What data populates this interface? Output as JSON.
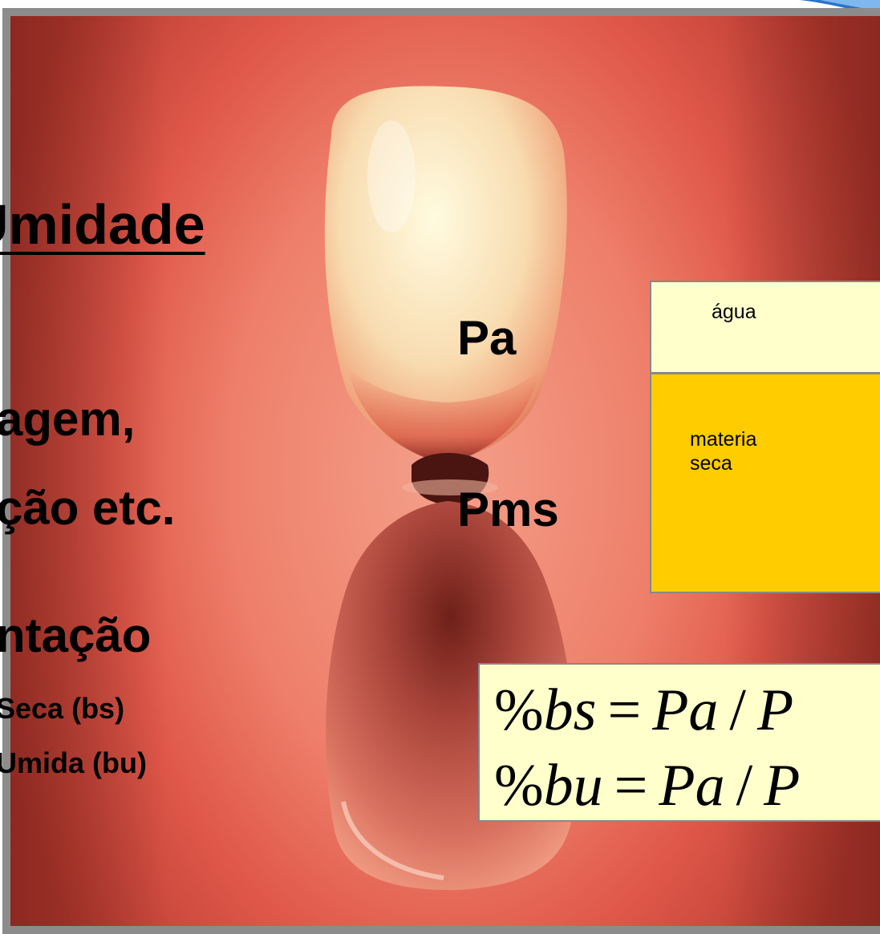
{
  "title": "Umidade",
  "bullets": [
    "agem,",
    "ção etc.",
    "ntação",
    "Seca (bs)",
    "Umida (bu)"
  ],
  "labels": {
    "pa": "Pa",
    "pms": "Pms"
  },
  "composition_box": {
    "water_label": "água",
    "dry_matter_label_line1": "materia",
    "dry_matter_label_line2": "seca",
    "water_color": "#ffffcc",
    "dry_matter_color": "#ffcc00"
  },
  "formulas": {
    "bs": {
      "percent": "%",
      "lhs": "bs",
      "eq": "=",
      "num": "Pa",
      "slash": "/",
      "den": "P"
    },
    "bu": {
      "percent": "%",
      "lhs": "bu",
      "eq": "=",
      "num": "Pa",
      "slash": "/",
      "den": "P"
    },
    "box_color": "#ffffcc"
  },
  "colors": {
    "frame": "#8c8c8c",
    "background_salmon": "#ee7f6a",
    "hourglass_upper": "#fff2c8",
    "hourglass_lower": "#9a3a30"
  },
  "icons": {
    "corner": "blue-swoosh-icon"
  }
}
